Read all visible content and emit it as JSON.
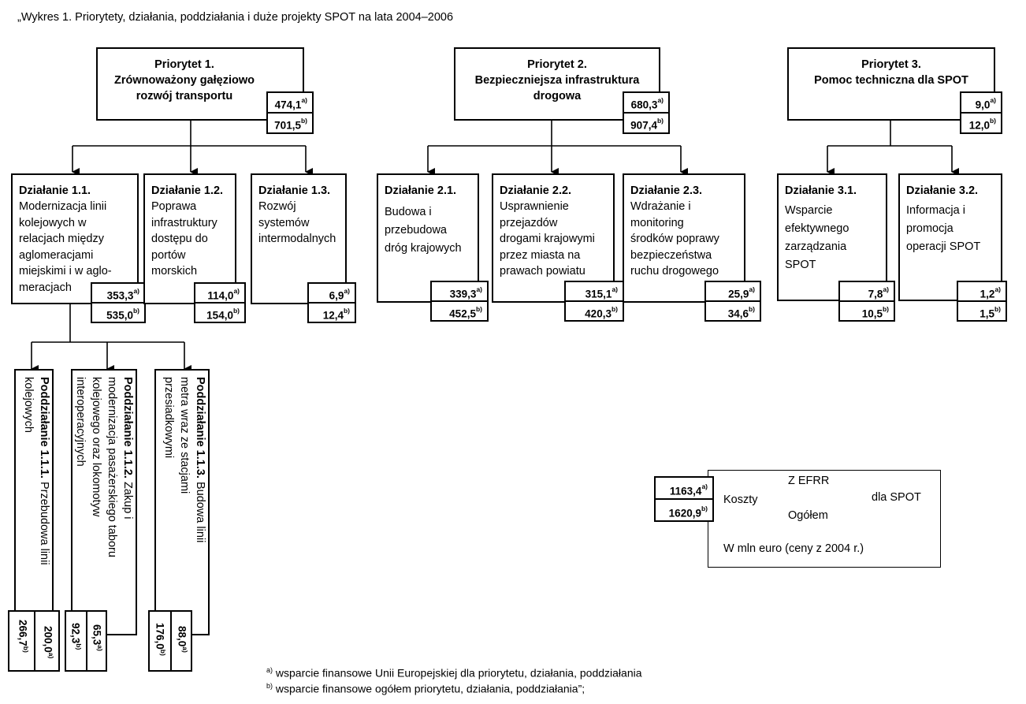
{
  "title": "„Wykres 1. Priorytety, działania, poddziałania i duże projekty SPOT na lata 2004–2006",
  "priorities": [
    {
      "title": "Priorytet 1.\nZrównoważony gałęziowo\nrozwój transportu",
      "efrr": "474,1",
      "total": "701,5"
    },
    {
      "title": "Priorytet 2.\nBezpieczniejsza infrastruktura\ndrogowa",
      "efrr": "680,3",
      "total": "907,4"
    },
    {
      "title": "Priorytet 3.\nPomoc techniczna dla SPOT",
      "efrr": "9,0",
      "total": "12,0"
    }
  ],
  "actions": [
    {
      "title": "Działanie 1.1.",
      "desc": "Modernizacja linii\nkolejowych w\nrelacjach między\naglomeracjami\nmiejskimi i w aglo-\nmeracjach",
      "efrr": "353,3",
      "total": "535,0"
    },
    {
      "title": "Działanie 1.2.",
      "desc": "Poprawa\ninfrastruktury\ndostępu do\nportów\nmorskich",
      "efrr": "114,0",
      "total": "154,0"
    },
    {
      "title": "Działanie 1.3.",
      "desc": "Rozwój\nsystemów\nintermodalnych",
      "efrr": "6,9",
      "total": "12,4"
    },
    {
      "title": "Działanie 2.1.",
      "desc": "Budowa i\nprzebudowa\ndróg krajowych",
      "efrr": "339,3",
      "total": "452,5"
    },
    {
      "title": "Działanie 2.2.",
      "desc": "Usprawnienie\nprzejazdów\ndrogami krajowymi\nprzez miasta na\nprawach powiatu",
      "efrr": "315,1",
      "total": "420,3"
    },
    {
      "title": "Działanie 2.3.",
      "desc": "Wdrażanie i\nmonitoring\nśrodków poprawy\nbezpieczeństwa\nruchu drogowego",
      "efrr": "25,9",
      "total": "34,6"
    },
    {
      "title": "Działanie 3.1.",
      "desc": "Wsparcie\nefektywnego\nzarządzania\nSPOT",
      "efrr": "7,8",
      "total": "10,5"
    },
    {
      "title": "Działanie 3.2.",
      "desc": "Informacja i\npromocja\noperacji SPOT",
      "efrr": "1,2",
      "total": "1,5"
    }
  ],
  "subactions": [
    {
      "title": "Poddziałanie 1.1.1.",
      "desc": " Przebudowa linii\nkolejowych",
      "efrr": "200,0",
      "total": "266,7"
    },
    {
      "title": "Poddziałanie 1.1.2.",
      "desc": " Zakup i\nmodernizacja pasażerskiego taboru\nkolejowego oraz lokomotyw\ninteroperacyjnych",
      "efrr": "65,3",
      "total": "92,3"
    },
    {
      "title": "Poddziałanie 1.1.3.",
      "desc": " Budowa linii\nmetra wraz ze stacjami\nprzesiadkowymi",
      "efrr": "88,0",
      "total": "176,0"
    }
  ],
  "legend": {
    "efrr": "1163,4",
    "total": "1620,9",
    "koszty": "Koszty",
    "z_efrr": "Z EFRR",
    "ogolem": "Ogółem",
    "dla_spot": "dla SPOT",
    "unit": "W mln euro (ceny z 2004 r.)"
  },
  "sup_a": "a)",
  "sup_b": "b)",
  "footnotes": [
    {
      "mark": "a)",
      "text": "wsparcie finansowe Unii Europejskiej dla priorytetu, działania, poddziałania"
    },
    {
      "mark": "b)",
      "text": "wsparcie finansowe ogółem priorytetu, działania, poddziałania”;"
    }
  ]
}
